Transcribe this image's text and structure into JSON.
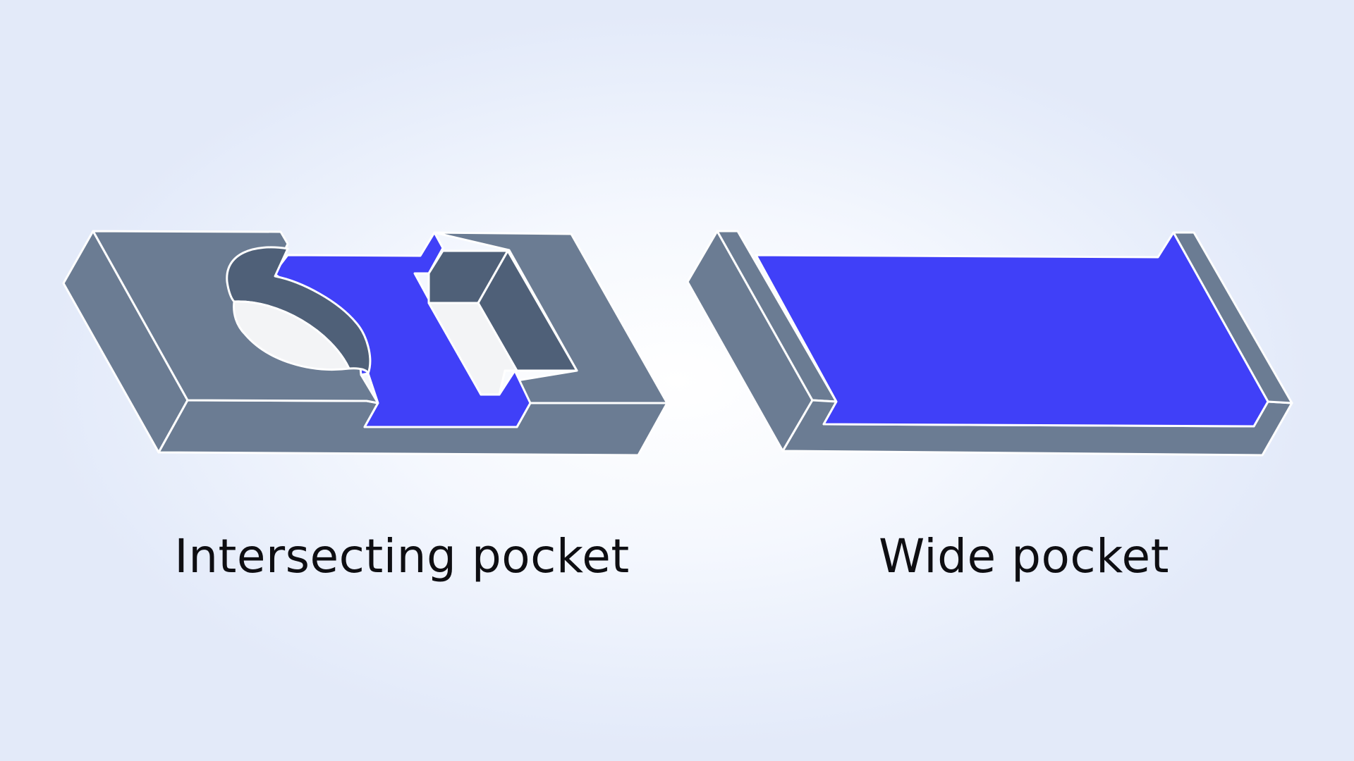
{
  "figures": [
    {
      "id": "intersecting",
      "label": "Intersecting pocket"
    },
    {
      "id": "wide",
      "label": "Wide pocket"
    }
  ],
  "colors": {
    "block_top": "#6b7c93",
    "block_side": "#6b7c93",
    "pocket_floor": "#4040f8",
    "cut_wall_dark": "#4f6078",
    "cut_wall_light": "#f3f4f6",
    "outline": "#ffffff",
    "caption_text": "#0e0e12"
  }
}
